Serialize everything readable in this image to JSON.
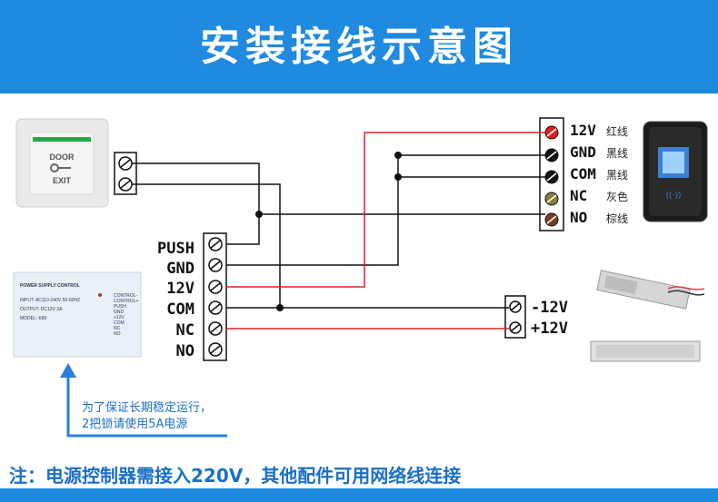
{
  "title": "安装接线示意图",
  "controller_terminals": [
    "PUSH",
    "GND",
    "12V",
    "COM",
    "NC",
    "NO"
  ],
  "reader_terminals": [
    {
      "label": "12V",
      "desc": "红线",
      "color": "#e02020"
    },
    {
      "label": "GND",
      "desc": "黑线",
      "color": "#111111"
    },
    {
      "label": "COM",
      "desc": "黑线",
      "color": "#111111"
    },
    {
      "label": "NC",
      "desc": "灰色",
      "color": "#8a7f3a"
    },
    {
      "label": "NO",
      "desc": "棕线",
      "color": "#7a3a2a"
    }
  ],
  "lock_terminals": [
    "-12V",
    "+12V"
  ],
  "exit_button": {
    "line1": "DOOR",
    "line2": "EXIT"
  },
  "power_supply": {
    "title": "POWER SUPPLY CONTROL",
    "lines": [
      "INPUT: AC110-240V 50-60HZ",
      "OUTPUT: DC12V 3A",
      "MODEL: K80"
    ],
    "side": [
      "CONTROL-",
      "CONTROL+",
      "PUSH",
      "GND",
      "+12V",
      "COM",
      "NC",
      "NO"
    ]
  },
  "remark": {
    "line1": "为了保证长期稳定运行，",
    "line2": "2把锁请使用5A电源"
  },
  "note": "注：电源控制器需接入220V，其他配件可用网络线连接",
  "colors": {
    "accent": "#1f8ae0",
    "wire_red": "#e02020",
    "wire_black": "#111111"
  }
}
